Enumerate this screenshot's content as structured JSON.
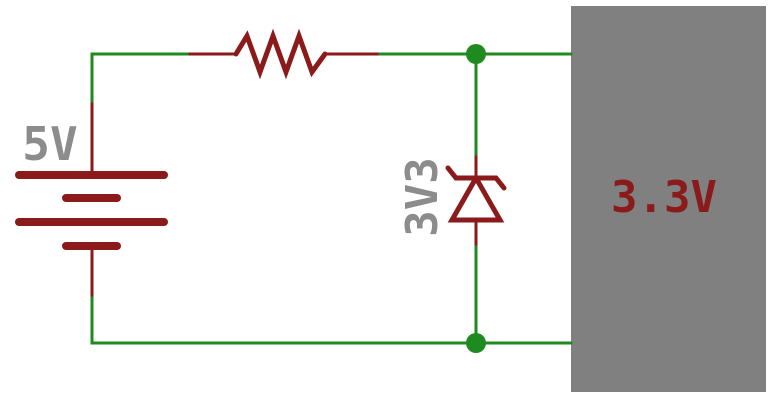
{
  "battery": {
    "label": "5V"
  },
  "zener": {
    "label": "3V3"
  },
  "load": {
    "label": "3.3V"
  },
  "colors": {
    "wire": "#1f8a1f",
    "component": "#8b1a1a",
    "label": "#8c8c8c",
    "load_fill": "#808080",
    "load_text": "#8b1a1a"
  }
}
